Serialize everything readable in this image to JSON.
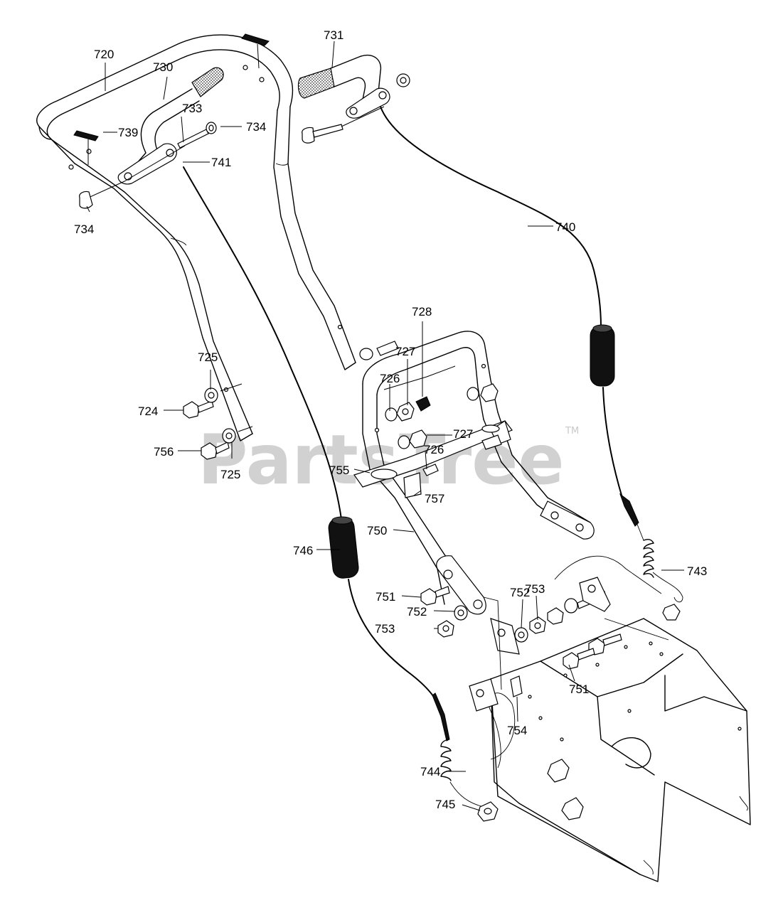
{
  "watermark": {
    "brand": "PartsTree",
    "trademark": "TM"
  },
  "callouts": [
    {
      "id": "720",
      "text": "720"
    },
    {
      "id": "730",
      "text": "730"
    },
    {
      "id": "731",
      "text": "731"
    },
    {
      "id": "733",
      "text": "733"
    },
    {
      "id": "734a",
      "text": "734"
    },
    {
      "id": "734b",
      "text": "734"
    },
    {
      "id": "739",
      "text": "739"
    },
    {
      "id": "741",
      "text": "741"
    },
    {
      "id": "740",
      "text": "740"
    },
    {
      "id": "728",
      "text": "728"
    },
    {
      "id": "727a",
      "text": "727"
    },
    {
      "id": "727b",
      "text": "727"
    },
    {
      "id": "726a",
      "text": "726"
    },
    {
      "id": "726b",
      "text": "726"
    },
    {
      "id": "725a",
      "text": "725"
    },
    {
      "id": "725b",
      "text": "725"
    },
    {
      "id": "724",
      "text": "724"
    },
    {
      "id": "756",
      "text": "756"
    },
    {
      "id": "755",
      "text": "755"
    },
    {
      "id": "757",
      "text": "757"
    },
    {
      "id": "750",
      "text": "750"
    },
    {
      "id": "746",
      "text": "746"
    },
    {
      "id": "743",
      "text": "743"
    },
    {
      "id": "753a",
      "text": "753"
    },
    {
      "id": "753b",
      "text": "753"
    },
    {
      "id": "752a",
      "text": "752"
    },
    {
      "id": "752b",
      "text": "752"
    },
    {
      "id": "751a",
      "text": "751"
    },
    {
      "id": "751b",
      "text": "751"
    },
    {
      "id": "754",
      "text": "754"
    },
    {
      "id": "744",
      "text": "744"
    },
    {
      "id": "745",
      "text": "745"
    }
  ]
}
